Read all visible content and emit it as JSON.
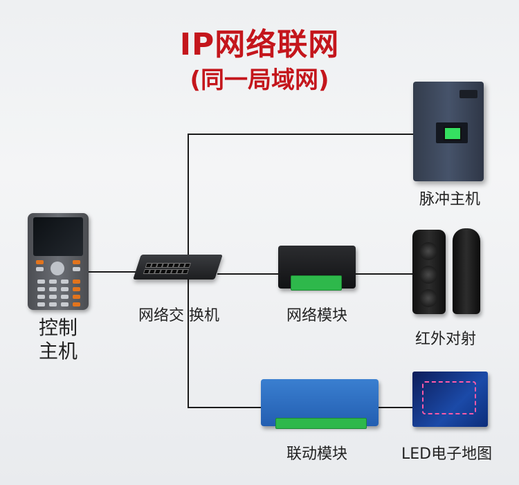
{
  "header": {
    "title": "IP网络联网",
    "subtitle": "(同一局域网)"
  },
  "nodes": {
    "control_host": {
      "label_line1": "控制",
      "label_line2": "主机"
    },
    "switch": {
      "label": "网络交 换机"
    },
    "network_module": {
      "label": "网络模块"
    },
    "linkage_module": {
      "label": "联动模块"
    },
    "pulse_host": {
      "label": "脉冲主机"
    },
    "ir_beam": {
      "label": "红外对射"
    },
    "led_map": {
      "label": "LED电子地图"
    }
  },
  "colors": {
    "title": "#c4161c",
    "line": "#1a1a1a",
    "terminal_green": "#2eb84b",
    "linkage_blue": "#2f6fc2"
  }
}
